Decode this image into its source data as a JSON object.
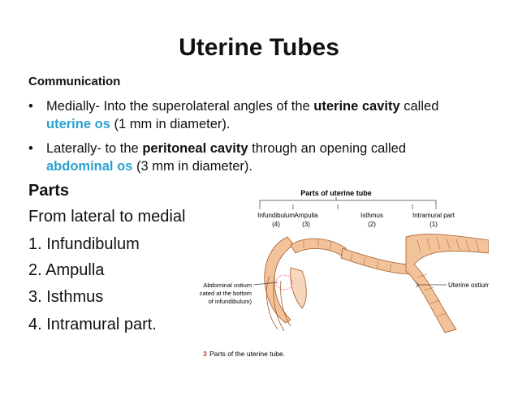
{
  "title": "Uterine Tubes",
  "communication": {
    "heading": "Communication",
    "bullet1": {
      "lead": "Medially-  Into the superolateral angles of the ",
      "bold": "uterine cavity",
      "after": "  called",
      "accent": "uterine os",
      "tail": " (1 mm in diameter)."
    },
    "bullet2": {
      "lead": "Laterally-  to the ",
      "bold": "peritoneal cavity",
      "after": " through an opening called",
      "accent": "abdominal os",
      "tail": " (3 mm in diameter)."
    }
  },
  "parts": {
    "heading": "Parts",
    "intro": "From lateral to medial",
    "items": [
      "1. Infundibulum",
      "2. Ampulla",
      "3. Isthmus",
      "4. Intramural part."
    ]
  },
  "figure": {
    "header": "Parts of uterine tube",
    "labels": [
      {
        "name": "Infundibulum",
        "num": "(4)"
      },
      {
        "name": "Ampulla",
        "num": "(3)"
      },
      {
        "name": "Isthmus",
        "num": "(2)"
      },
      {
        "name": "Intramural part",
        "num": "(1)"
      }
    ],
    "abdominal_ostium": [
      "Abdominal ostium",
      "ocated at the bottom",
      "of infundibulum)"
    ],
    "uterine_ostium": "Uterine ostium",
    "caption_num": "3",
    "caption": "Parts of the uterine tube."
  },
  "colors": {
    "accent": "#2aa0cf",
    "tube_fill": "#f2c39a",
    "tube_stroke": "#a55a2a",
    "caption_num": "#c0392b"
  }
}
